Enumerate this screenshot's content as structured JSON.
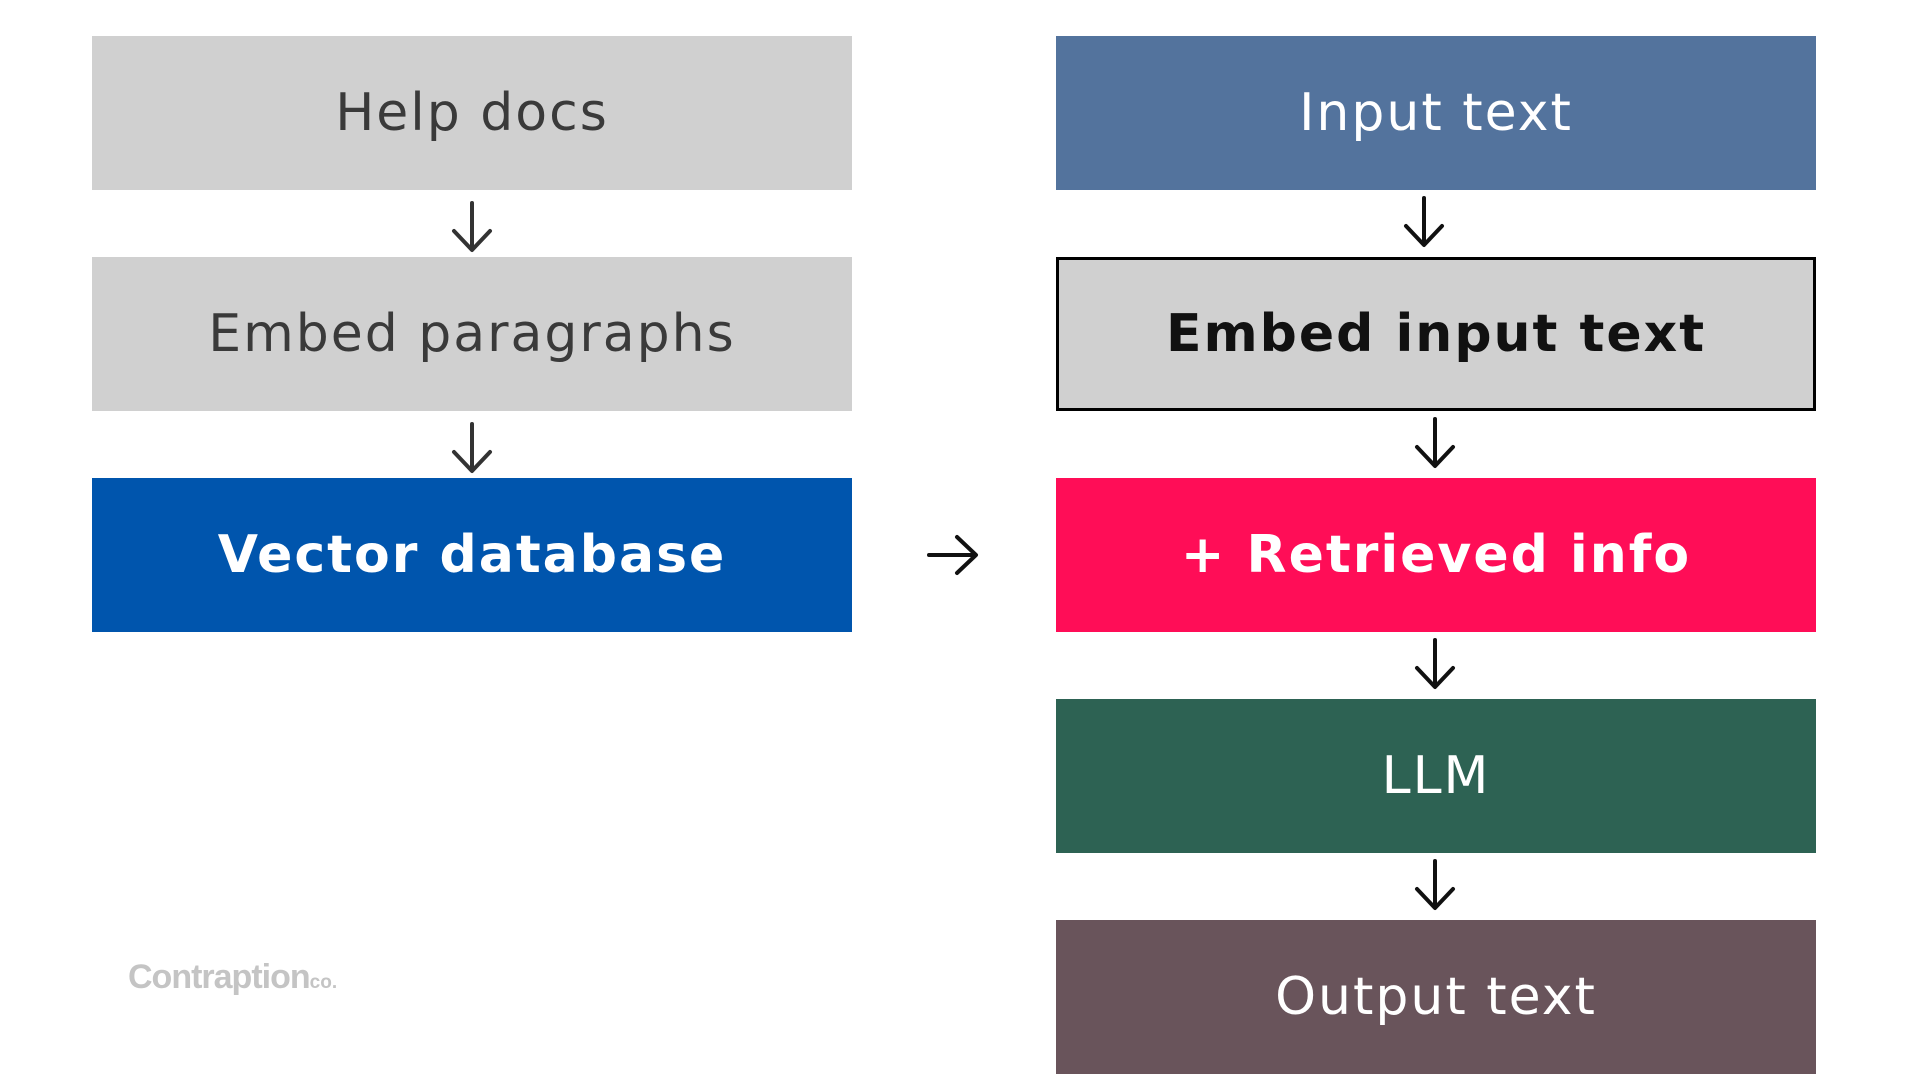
{
  "colors": {
    "gray_box": "#d0d0d0",
    "vector_database": "#0055ad",
    "input_text": "#53739d",
    "retrieved_info": "#ff0d57",
    "llm": "#2d6253",
    "output_text": "#69545b",
    "arrow": "#333333",
    "logo": "#c4c4c4"
  },
  "left_flow": {
    "help_docs": "Help docs",
    "embed_paragraphs": "Embed paragraphs",
    "vector_database": "Vector database"
  },
  "right_flow": {
    "input_text": "Input text",
    "embed_input_text": "Embed input text",
    "retrieved_info": "+ Retrieved info",
    "llm": "LLM",
    "output_text": "Output text"
  },
  "logo": {
    "main": "Contraption",
    "suffix": "co."
  }
}
